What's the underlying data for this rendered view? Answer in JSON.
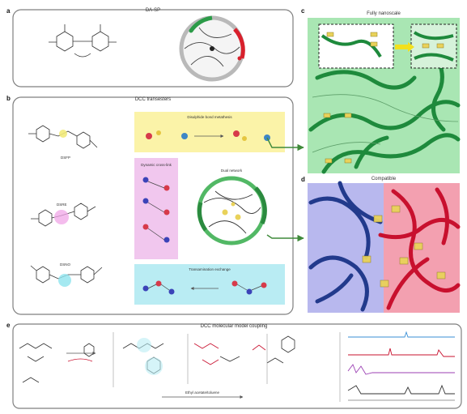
{
  "panels": {
    "a": {
      "letter": "a",
      "title": "DA-SP"
    },
    "b": {
      "letter": "b",
      "title": "DCC transesters",
      "monomers": [
        {
          "name": "DSFP"
        },
        {
          "name": "DSRE"
        },
        {
          "name": "DSNO"
        }
      ],
      "boxes": {
        "yellow": {
          "title": "Disulphide bond metathesis"
        },
        "pink": {
          "title": "Dynamic cross-link"
        },
        "cyan": {
          "title": "Transamination exchange"
        }
      },
      "network_title": "Dual network"
    },
    "c": {
      "letter": "c",
      "title": "Fully nanoscale"
    },
    "d": {
      "letter": "d",
      "title": "Compatible"
    },
    "e": {
      "letter": "e",
      "title": "DCC molecular model coupling",
      "conditions": "Ethyl acetate/toluene"
    }
  },
  "colors": {
    "green": "#1e8a3c",
    "green_fill": "#a9e6b3",
    "red": "#c8102e",
    "red_fill": "#f3a0b0",
    "blue": "#223a8c",
    "blue_fill": "#b8b8ee",
    "yellow_box": "#fbf3a8",
    "pink_box": "#f1c7ee",
    "cyan_box": "#b9ecf3",
    "link": "#e9d25a"
  },
  "icons": {
    "arrow": "arrow-right-icon",
    "network": "network-circle-icon"
  }
}
